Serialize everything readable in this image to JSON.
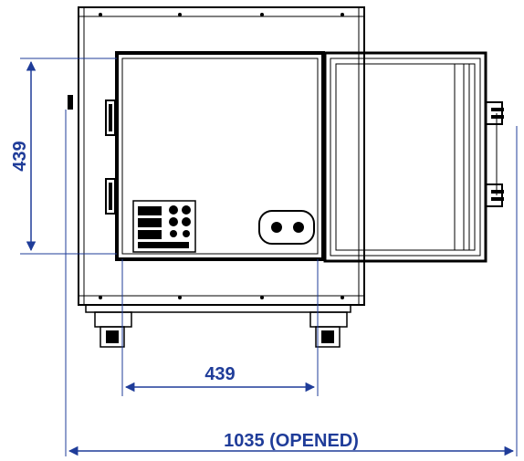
{
  "dimensions": {
    "height_label": "439",
    "depth_label": "439",
    "width_opened_label": "1035 (OPENED)"
  },
  "colors": {
    "dimension_blue": "#1f3c99",
    "line_black": "#000000"
  },
  "icons": {
    "control_panel": "control-panel-icon",
    "wheel": "caster-wheel-icon",
    "handle": "door-handle-icon",
    "arrow": "dimension-arrow-icon"
  }
}
